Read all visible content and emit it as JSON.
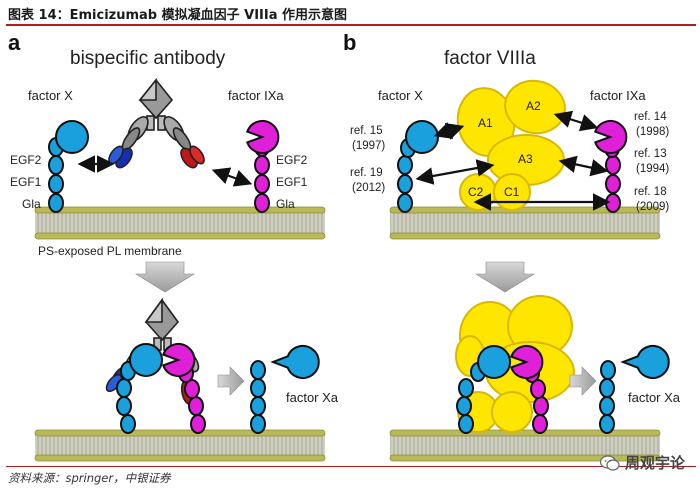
{
  "figure_title": "图表 14：Emicizumab 模拟凝血因子 VIIIa 作用示意图",
  "source_note": "资料来源：springer，中银证券",
  "watermark": "周观宇论",
  "panel_a": {
    "letter": "a",
    "heading": "bispecific antibody",
    "factor_x": "factor X",
    "factor_ixa": "factor IXa",
    "domain_egf2": "EGF2",
    "domain_egf1": "EGF1",
    "domain_gla": "Gla",
    "membrane": "PS-exposed PL membrane",
    "product": "factor Xa"
  },
  "panel_b": {
    "letter": "b",
    "heading": "factor VIIIa",
    "factor_x": "factor X",
    "factor_ixa": "factor IXa",
    "domains": [
      "A1",
      "A2",
      "A3",
      "C2",
      "C1"
    ],
    "refs_left": [
      "ref. 15",
      "(1997)",
      "ref. 19",
      "(2012)"
    ],
    "refs_right": [
      "ref. 14",
      "(1998)",
      "ref. 13",
      "(1994)",
      "ref. 18",
      "(2009)"
    ],
    "product": "factor Xa"
  },
  "colors": {
    "factor_x": "#1aa0dc",
    "factor_ixa": "#e020d8",
    "factor_viiia": "#ffe600",
    "membrane": "#b9b95a",
    "title_rule": "#b01c1c"
  }
}
